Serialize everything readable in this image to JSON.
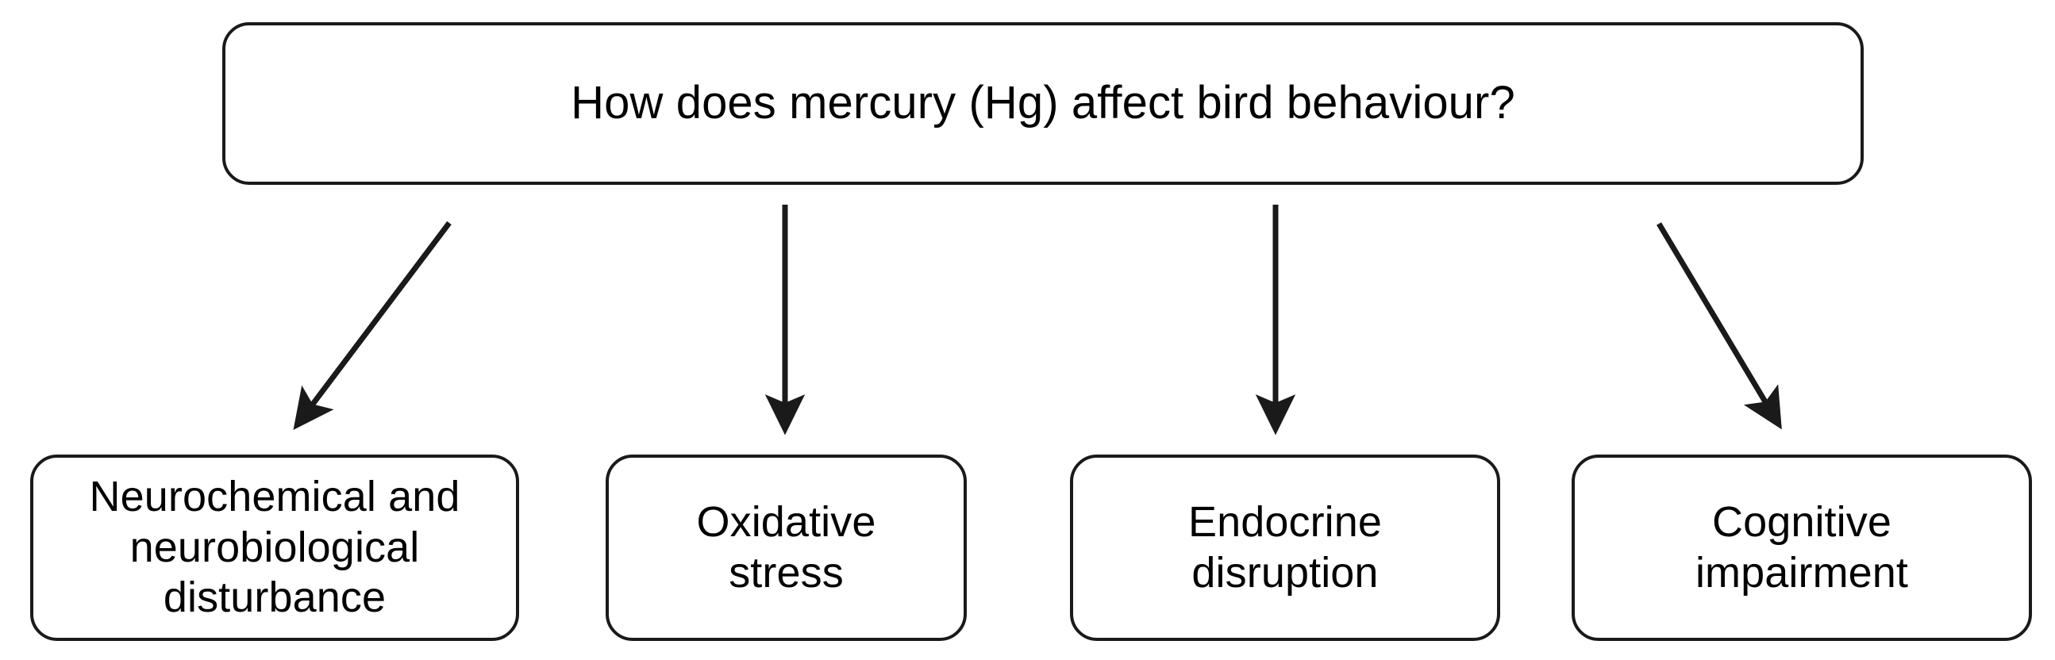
{
  "diagram": {
    "type": "flowchart",
    "orientation": "top-down",
    "title_text": "How does mercury (Hg) affect bird behaviour?",
    "root": {
      "id": "question",
      "label": "How does mercury (Hg) affect bird behaviour?",
      "shape": "rounded-rectangle",
      "fill": "#ffffff",
      "stroke": "#1a1a1a"
    },
    "outcomes": [
      {
        "id": "neurochemical",
        "label": "Neurochemical and\nneurobiological\ndisturbance",
        "lines": [
          "Neurochemical and",
          "neurobiological",
          "disturbance"
        ],
        "shape": "rounded-rectangle"
      },
      {
        "id": "oxidative",
        "label": "Oxidative\nstress",
        "lines": [
          "Oxidative",
          "stress"
        ],
        "shape": "rounded-rectangle"
      },
      {
        "id": "endocrine",
        "label": "Endocrine\ndisruption",
        "lines": [
          "Endocrine",
          "disruption"
        ],
        "shape": "rounded-rectangle"
      },
      {
        "id": "cognitive",
        "label": "Cognitive\nimpairment",
        "lines": [
          "Cognitive",
          "impairment"
        ],
        "shape": "rounded-rectangle"
      }
    ],
    "connectors": [
      {
        "id": "arrow-question-to-neurochemical",
        "from": "question",
        "to": "neurochemical",
        "style": "diagonal-down-left",
        "arrowhead": "filled-triangle"
      },
      {
        "id": "arrow-question-to-oxidative",
        "from": "question",
        "to": "oxidative",
        "style": "vertical-down",
        "arrowhead": "filled-triangle"
      },
      {
        "id": "arrow-question-to-endocrine",
        "from": "question",
        "to": "endocrine",
        "style": "vertical-down",
        "arrowhead": "filled-triangle"
      },
      {
        "id": "arrow-question-to-cognitive",
        "from": "question",
        "to": "cognitive",
        "style": "diagonal-down-right",
        "arrowhead": "filled-triangle"
      }
    ],
    "colors": {
      "background": "#ffffff",
      "stroke": "#1a1a1a",
      "text": "#000000"
    }
  }
}
